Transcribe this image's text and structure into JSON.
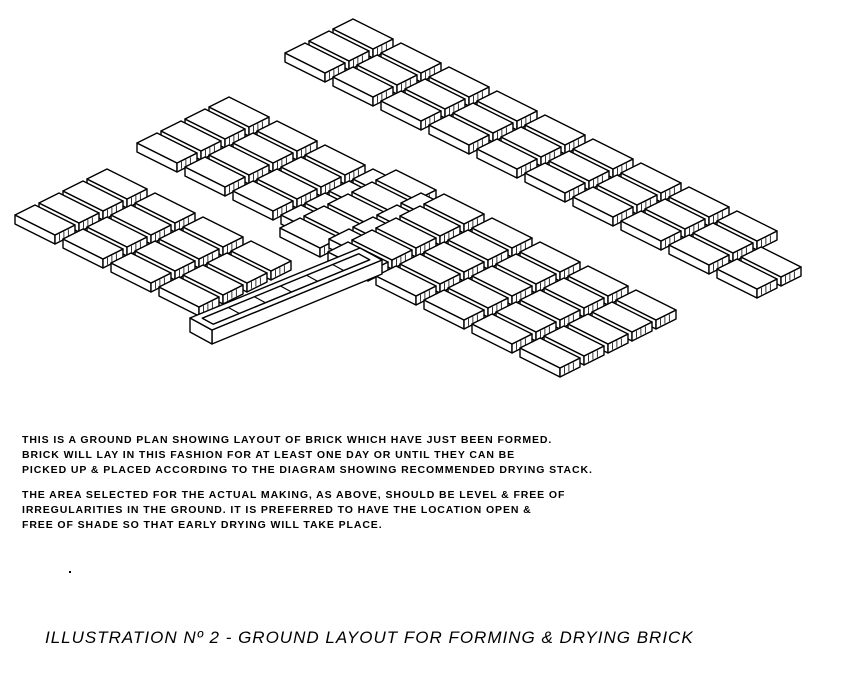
{
  "notes": {
    "paragraph1": [
      "THIS IS A GROUND PLAN SHOWING LAYOUT OF BRICK WHICH HAVE JUST BEEN FORMED.",
      "BRICK WILL LAY IN THIS FASHION FOR AT LEAST ONE DAY OR UNTIL THEY CAN BE",
      "PICKED UP & PLACED ACCORDING TO THE DIAGRAM SHOWING RECOMMENDED DRYING STACK."
    ],
    "paragraph2": [
      "THE AREA SELECTED FOR THE ACTUAL MAKING, AS ABOVE, SHOULD BE LEVEL & FREE OF",
      "IRREGULARITIES IN THE GROUND. IT IS PREFERRED TO HAVE THE LOCATION OPEN &",
      "FREE OF SHADE SO THAT EARLY DRYING WILL TAKE PLACE."
    ]
  },
  "caption": "ILLUSTRATION Nº 2 - GROUND LAYOUT FOR FORMING & DRYING BRICK"
}
